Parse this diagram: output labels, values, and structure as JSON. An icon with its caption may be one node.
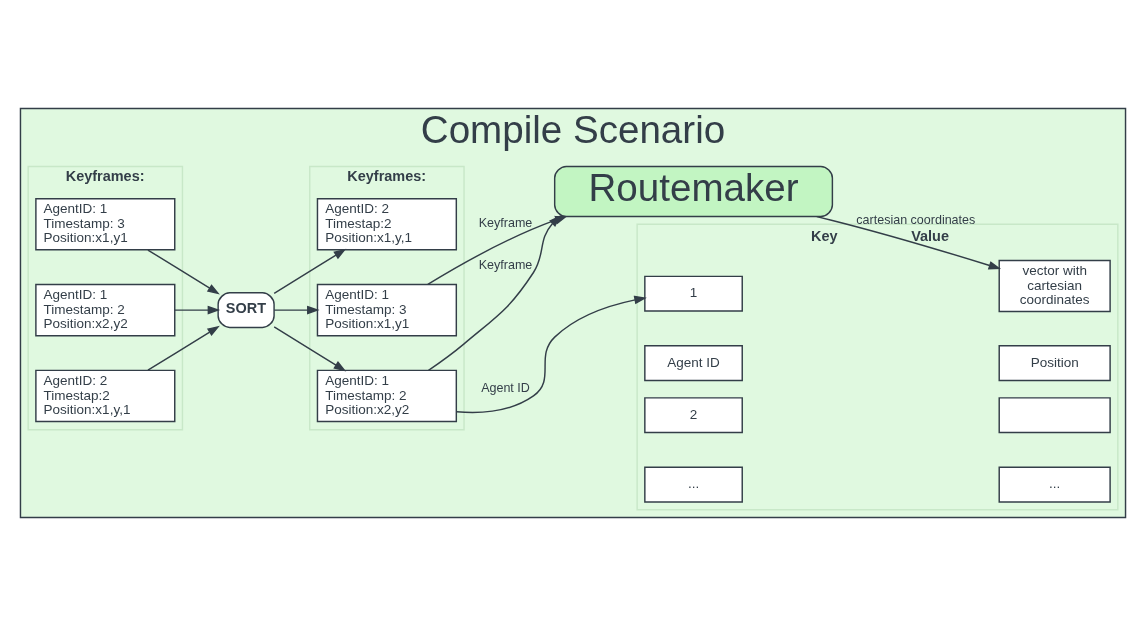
{
  "diagram": {
    "nodes": [
      {
        "text": [
          "Compile Scenario"
        ]
      },
      {
        "text": [
          "Keyframes:"
        ],
        "in": 0
      },
      {
        "text": [
          "AgentID: 1",
          "Timestamp: 3",
          "Position:x1,y1"
        ],
        "in": 1
      },
      {
        "text": [
          "AgentID: 1",
          "Timestamp: 2",
          "Position:x2,y2"
        ],
        "in": 1
      },
      {
        "text": [
          "AgentID: 2",
          "Timestap:2",
          "Position:x1,y,1"
        ],
        "in": 1
      },
      {
        "text": [
          "SORT"
        ],
        "in": 0
      },
      {
        "text": [
          "Keyframes:"
        ],
        "in": 0
      },
      {
        "text": [
          "AgentID: 1",
          "Timestamp: 2",
          "Position:x2,y2"
        ],
        "in": 6
      },
      {
        "text": [
          "AgentID: 1",
          "Timestamp: 3",
          "Position:x1,y1"
        ],
        "in": 6
      },
      {
        "text": [
          "AgentID: 2",
          "Timestap:2",
          "Position:x1,y,1"
        ],
        "in": 6
      },
      {
        "text": [
          "Key",
          "Value"
        ],
        "in": 0
      },
      {
        "text": [
          "Agent ID"
        ],
        "in": 10
      },
      {
        "text": [
          "Position"
        ],
        "in": 10
      },
      {
        "text": [
          "1"
        ],
        "in": 10
      },
      {
        "text": [
          "vector with cartesian coordinates"
        ],
        "in": 10
      },
      {
        "text": [
          "2"
        ],
        "in": 10
      },
      {
        "text": [],
        "shape": "box",
        "in": 10
      },
      {
        "text": [
          "..."
        ],
        "in": 10
      },
      {
        "text": [
          "..."
        ],
        "in": 10
      },
      {
        "text": [
          "Routemaker"
        ],
        "in": 0
      }
    ],
    "edges": [
      {
        "from": 2,
        "to": 5,
        "arrow": "to"
      },
      {
        "from": 3,
        "to": 5,
        "arrow": "to"
      },
      {
        "from": 4,
        "to": 5,
        "arrow": "to"
      },
      {
        "from": 5,
        "to": 7,
        "arrow": "to"
      },
      {
        "from": 5,
        "to": 8,
        "arrow": "to"
      },
      {
        "from": 5,
        "to": 9,
        "arrow": "to"
      },
      {
        "from": 7,
        "to": 13,
        "label": "Agent ID",
        "arrow": "to"
      },
      {
        "from": 8,
        "to": 19,
        "label": "Keyframe",
        "arrow": "to"
      },
      {
        "from": 7,
        "to": 19,
        "label": "Keyframe",
        "arrow": "to"
      },
      {
        "from": 19,
        "to": 14,
        "label": "cartesian coordinates",
        "arrow": "to"
      }
    ]
  }
}
